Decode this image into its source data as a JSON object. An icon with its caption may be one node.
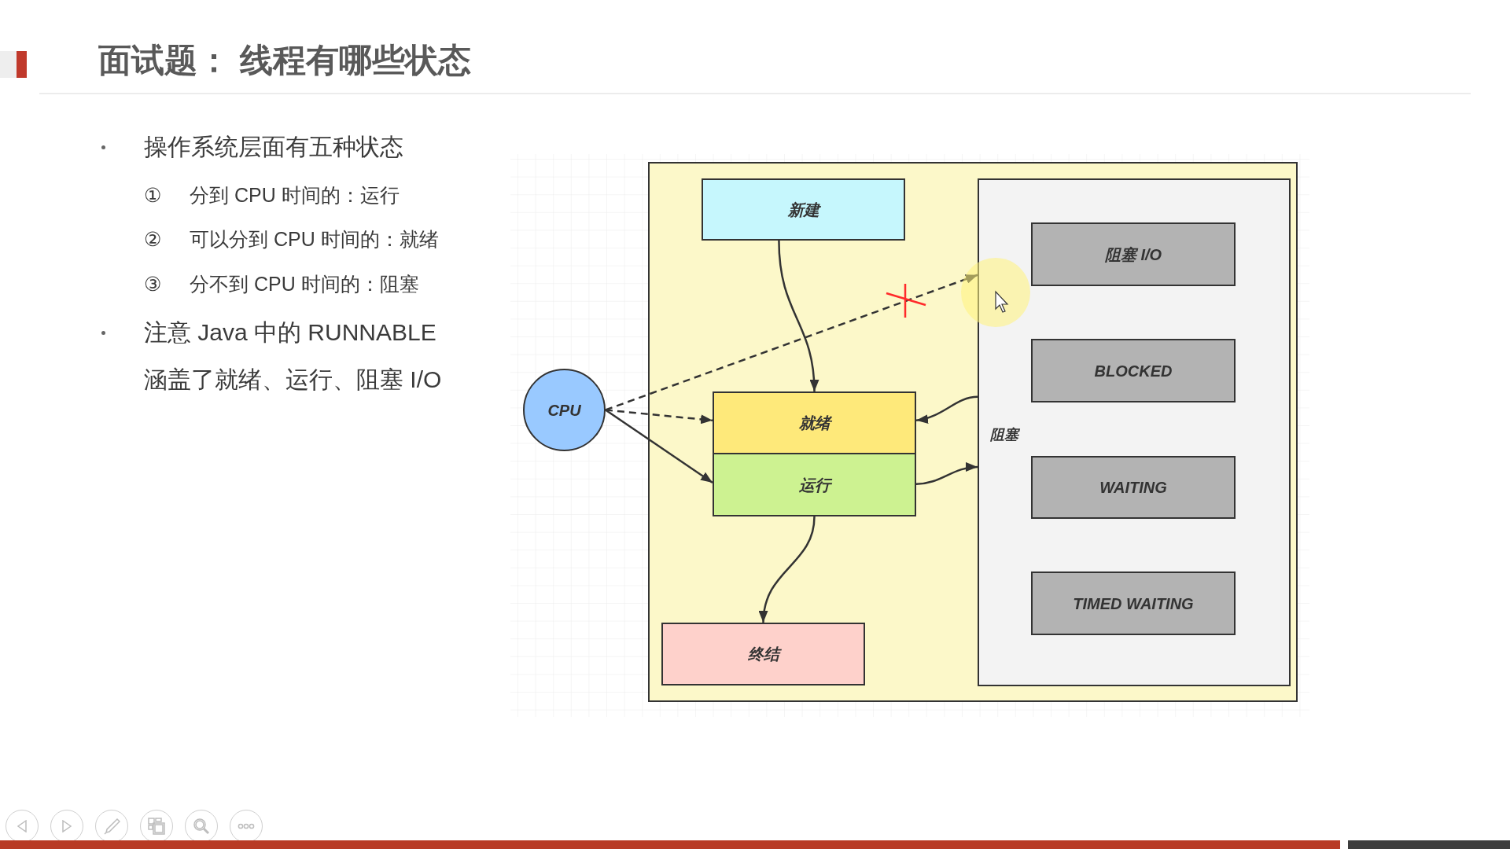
{
  "diagram": {
    "title": "面试题： 线程有哪些状态",
    "nodes": [
      {
        "text": [
          "CPU"
        ]
      },
      {
        "text": [],
        "shape": "box"
      },
      {
        "text": [
          "新建"
        ],
        "in": 1
      },
      {
        "text": [
          "就绪"
        ],
        "in": 1
      },
      {
        "text": [
          "运行"
        ],
        "in": 1
      },
      {
        "text": [
          "终结"
        ],
        "in": 1
      },
      {
        "text": [
          "阻塞"
        ],
        "in": 1
      },
      {
        "text": [
          "阻塞 I/O"
        ],
        "in": 6
      },
      {
        "text": [
          "BLOCKED"
        ],
        "in": 6
      },
      {
        "text": [
          "WAITING"
        ],
        "in": 6
      },
      {
        "text": [
          "TIMED WAITING"
        ],
        "in": 6
      }
    ],
    "edges": [
      {
        "from": 2,
        "to": 3,
        "arrow": "to"
      },
      {
        "from": 0,
        "to": 3,
        "arrow": "to",
        "style": "dashed"
      },
      {
        "from": 0,
        "to": 4,
        "arrow": "to"
      },
      {
        "from": 0,
        "to": 6,
        "arrow": "to",
        "style": "dashed"
      },
      {
        "from": 6,
        "to": 3,
        "arrow": "to"
      },
      {
        "from": 4,
        "to": 6,
        "arrow": "to"
      },
      {
        "from": 4,
        "to": 5,
        "arrow": "to"
      }
    ],
    "labels": [
      "操作系统层面有五种状态",
      "①",
      "分到 CPU 时间的：运行",
      "②",
      "可以分到 CPU 时间的：就绪",
      "③",
      "分不到 CPU 时间的：阻塞",
      "注意 Java 中的 RUNNABLE 涵盖了就绪、运行、阻塞 I/O"
    ]
  }
}
